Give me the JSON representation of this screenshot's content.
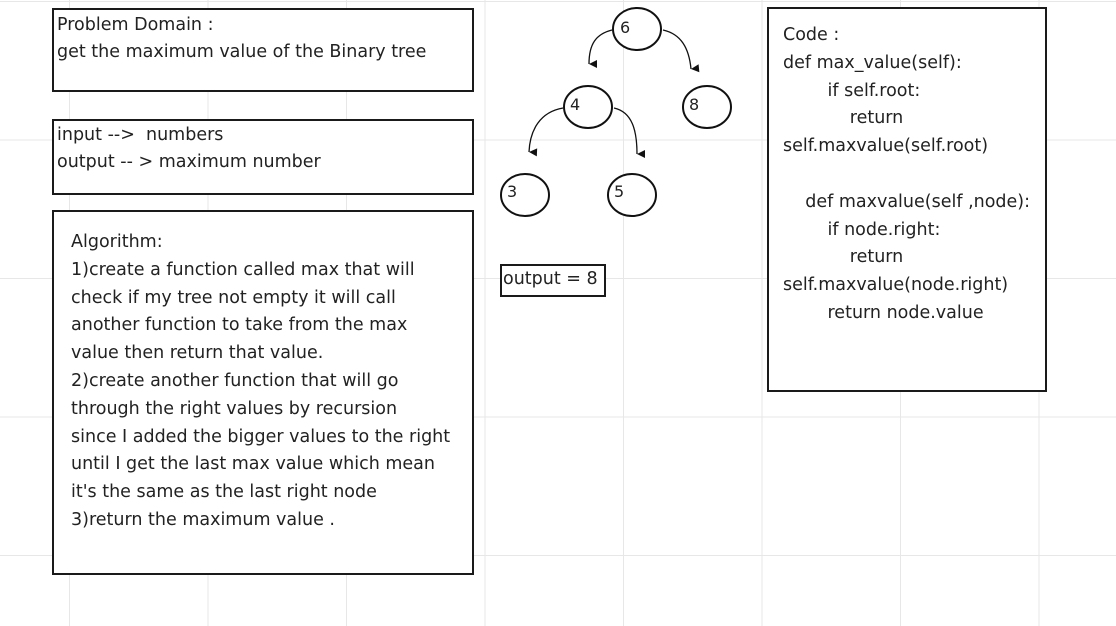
{
  "problem_domain": {
    "title": "Problem Domain :",
    "text": "get the maximum value of the Binary tree"
  },
  "io": {
    "input": "input -->  numbers",
    "output": "output -- > maximum number"
  },
  "algorithm": {
    "lines": [
      "Algorithm:",
      "1)create a function called max that will",
      "check if my tree not empty it will call",
      "another function to take from the max",
      "value then return that value.",
      "2)create another function that will go",
      "through the right values by recursion",
      "since I added the bigger values to the right",
      "until I get the last max value which mean",
      "it's the same as the last right node",
      "3)return the maximum value ."
    ]
  },
  "tree": {
    "nodes": [
      "6",
      "4",
      "8",
      "3",
      "5"
    ]
  },
  "output_label": "output = 8",
  "code": {
    "lines": [
      "Code :",
      "def max_value(self):",
      "        if self.root:",
      "            return",
      "self.maxvalue(self.root)",
      "",
      "    def maxvalue(self ,node):",
      "        if node.right:",
      "            return",
      "self.maxvalue(node.right)",
      "        return node.value"
    ]
  }
}
